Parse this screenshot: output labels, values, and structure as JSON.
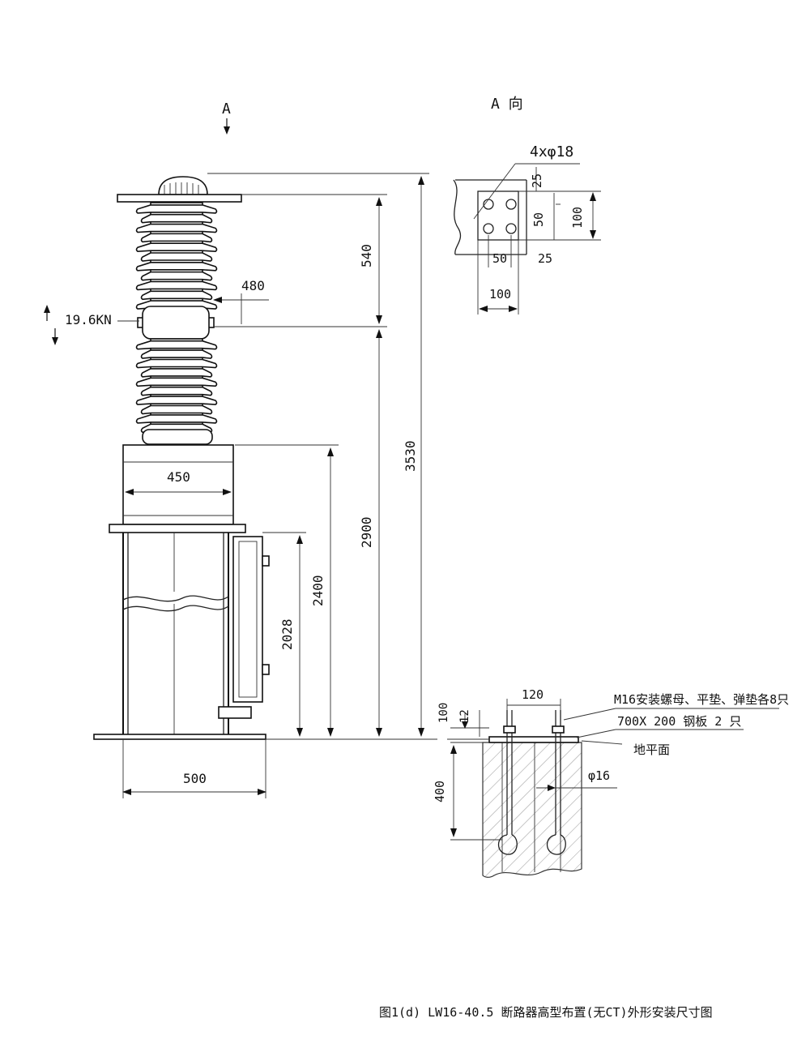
{
  "caption": "图1(d) LW16-40.5 断路器高型布置(无CT)外形安装尺寸图",
  "view_marker": "A",
  "view_a_title": "A 向",
  "load_label": "19.6KN",
  "dimensions": {
    "d540": "540",
    "d480": "480",
    "d3530": "3530",
    "d2900": "2900",
    "d450": "450",
    "d2400": "2400",
    "d2028": "2028",
    "d500": "500"
  },
  "view_a": {
    "holes": "4xφ18",
    "d25_top": "25",
    "d50_right": "50",
    "d100_right": "100",
    "d50_bottom": "50",
    "d25_bottom": "25",
    "d100_bottom": "100"
  },
  "foundation": {
    "d120": "120",
    "d100": "100",
    "d12": "12",
    "d400": "400",
    "rod": "φ16",
    "note_bolts": "M16安装螺母、平垫、弹垫各8只",
    "note_plate": "700X 200 钢板 2 只",
    "note_ground": "地平面"
  }
}
